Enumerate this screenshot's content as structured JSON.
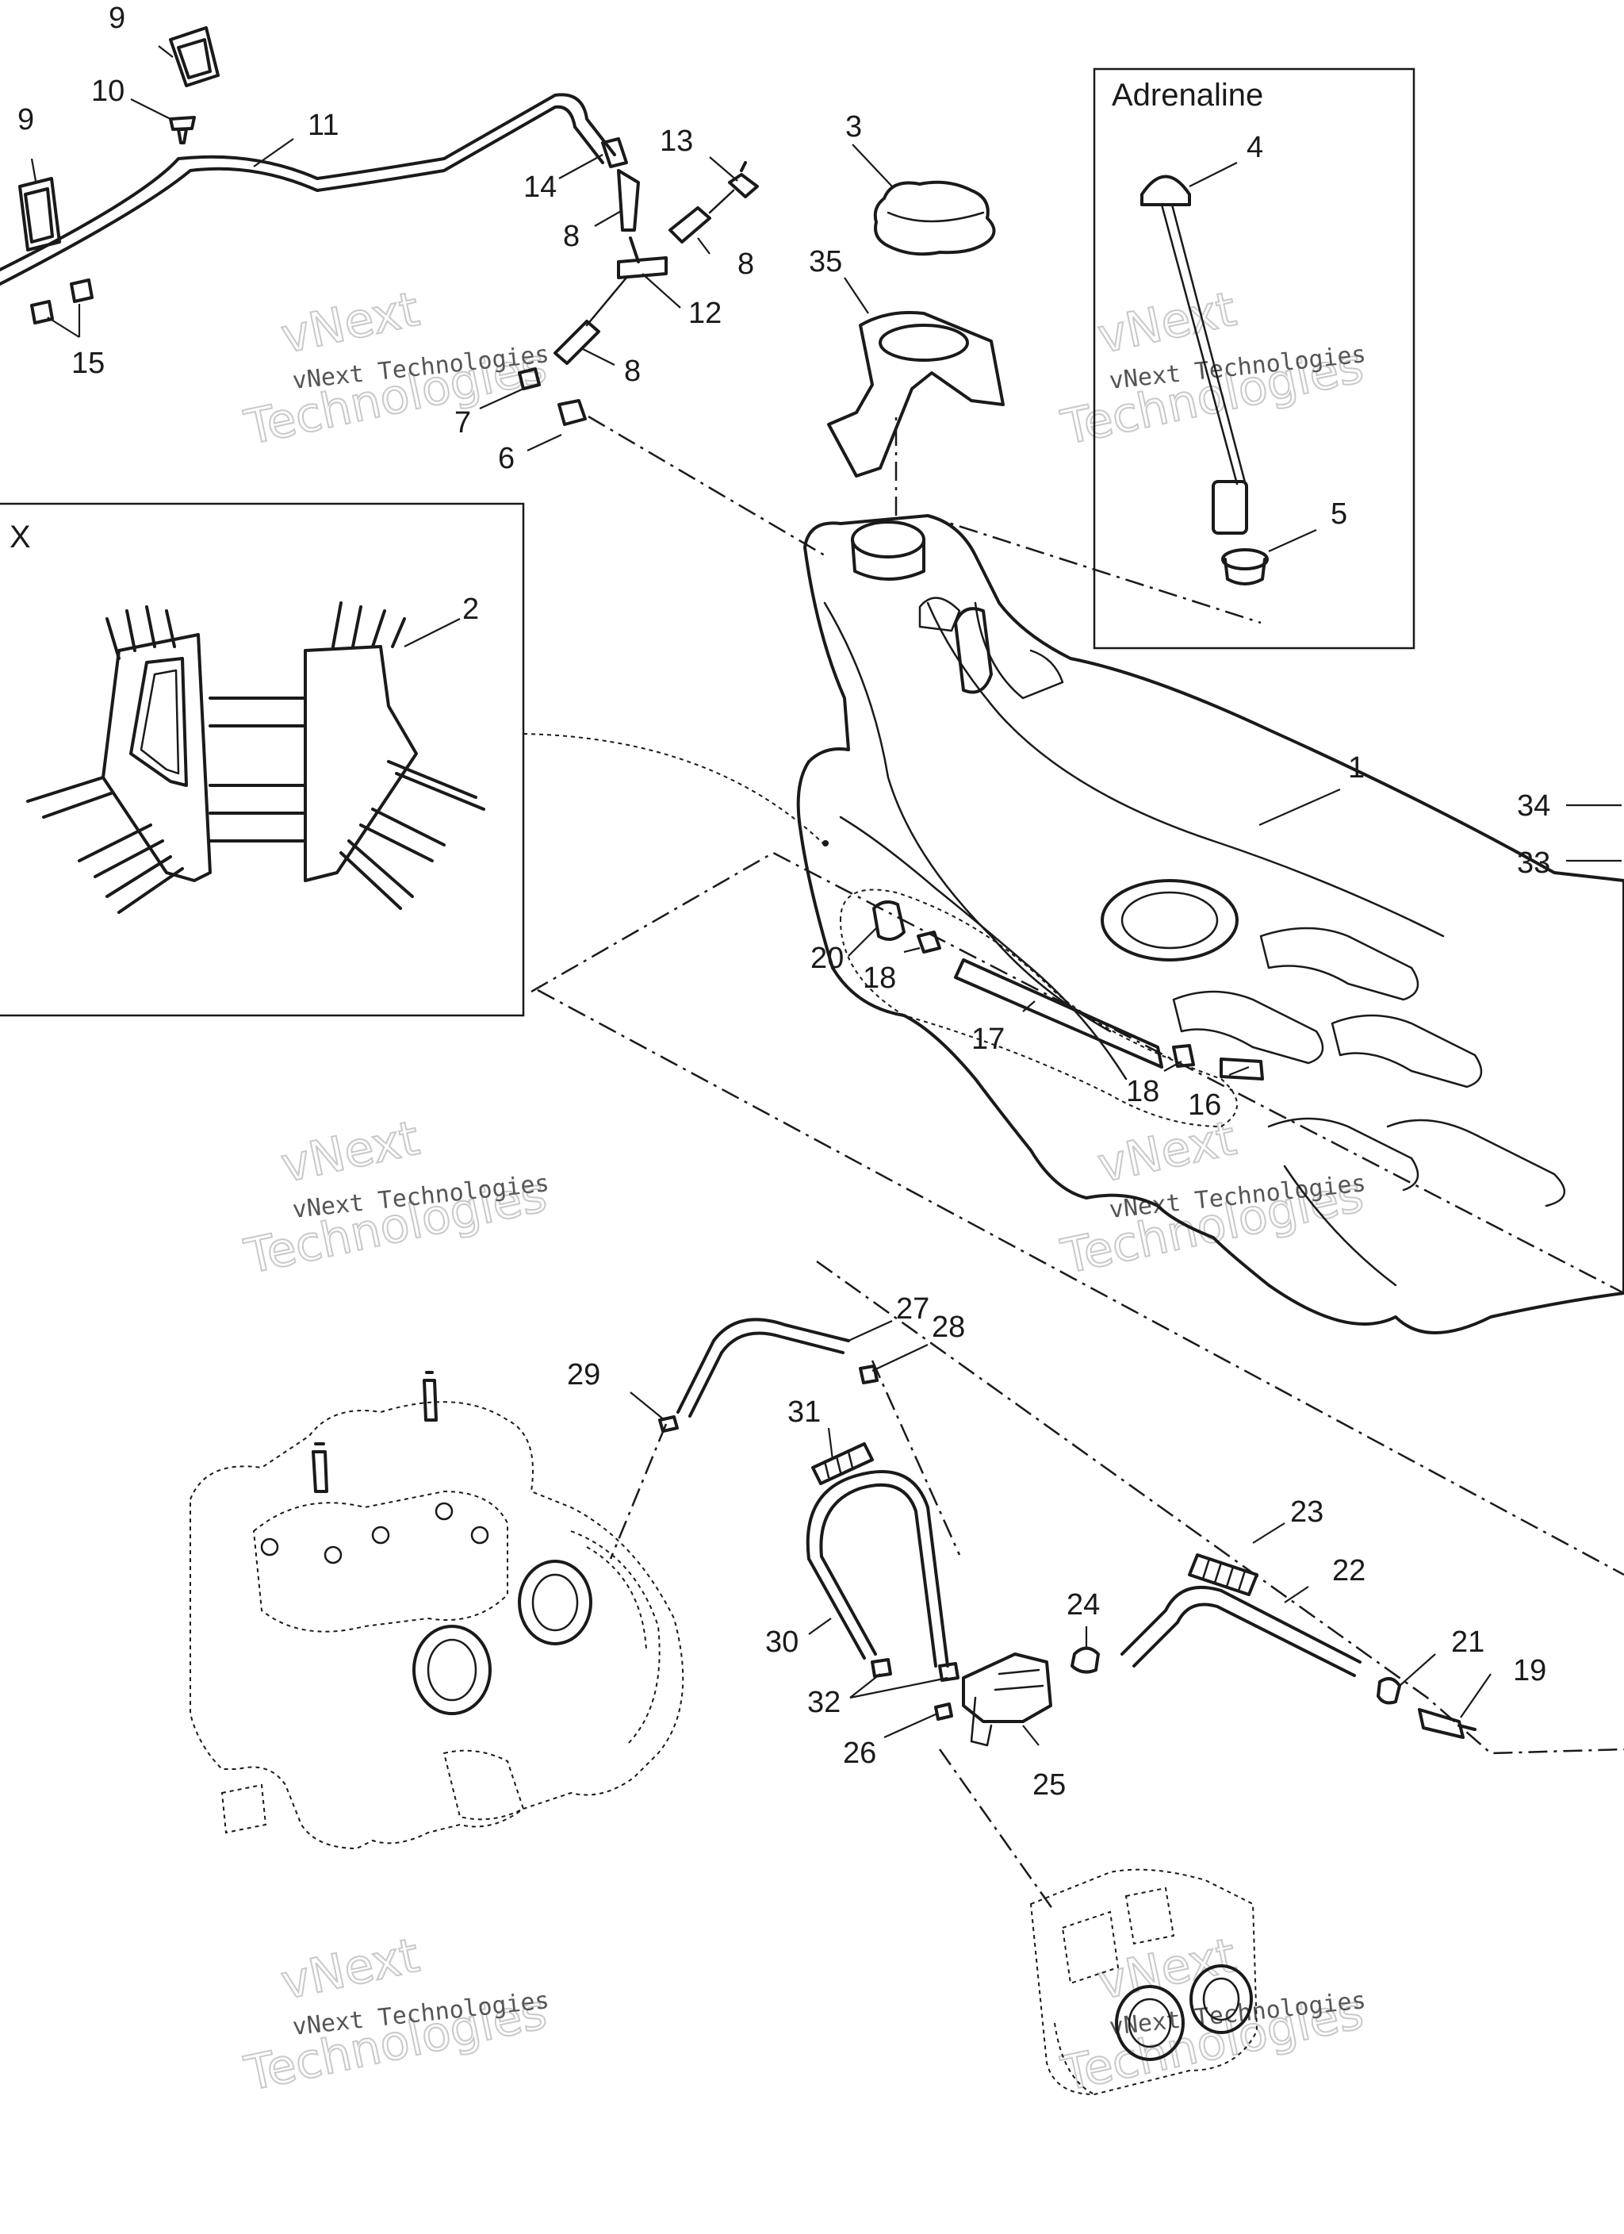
{
  "boxes": {
    "adrenaline_title": "Adrenaline",
    "detail_title": "X"
  },
  "watermark": {
    "small_text": "vNext Technologies",
    "large_line1": "vNext",
    "large_line2": "Technologies"
  },
  "callouts": {
    "c1": "1",
    "c2": "2",
    "c3": "3",
    "c4": "4",
    "c5": "5",
    "c6": "6",
    "c7": "7",
    "c8a": "8",
    "c8b": "8",
    "c8c": "8",
    "c9a": "9",
    "c9b": "9",
    "c10": "10",
    "c11": "11",
    "c12": "12",
    "c13": "13",
    "c14": "14",
    "c15": "15",
    "c16": "16",
    "c17": "17",
    "c18a": "18",
    "c18b": "18",
    "c19": "19",
    "c20": "20",
    "c21": "21",
    "c22": "22",
    "c23": "23",
    "c24": "24",
    "c25": "25",
    "c26": "26",
    "c27": "27",
    "c28": "28",
    "c29": "29",
    "c30": "30",
    "c31": "31",
    "c32": "32",
    "c33": "33",
    "c34": "34",
    "c35": "35"
  }
}
